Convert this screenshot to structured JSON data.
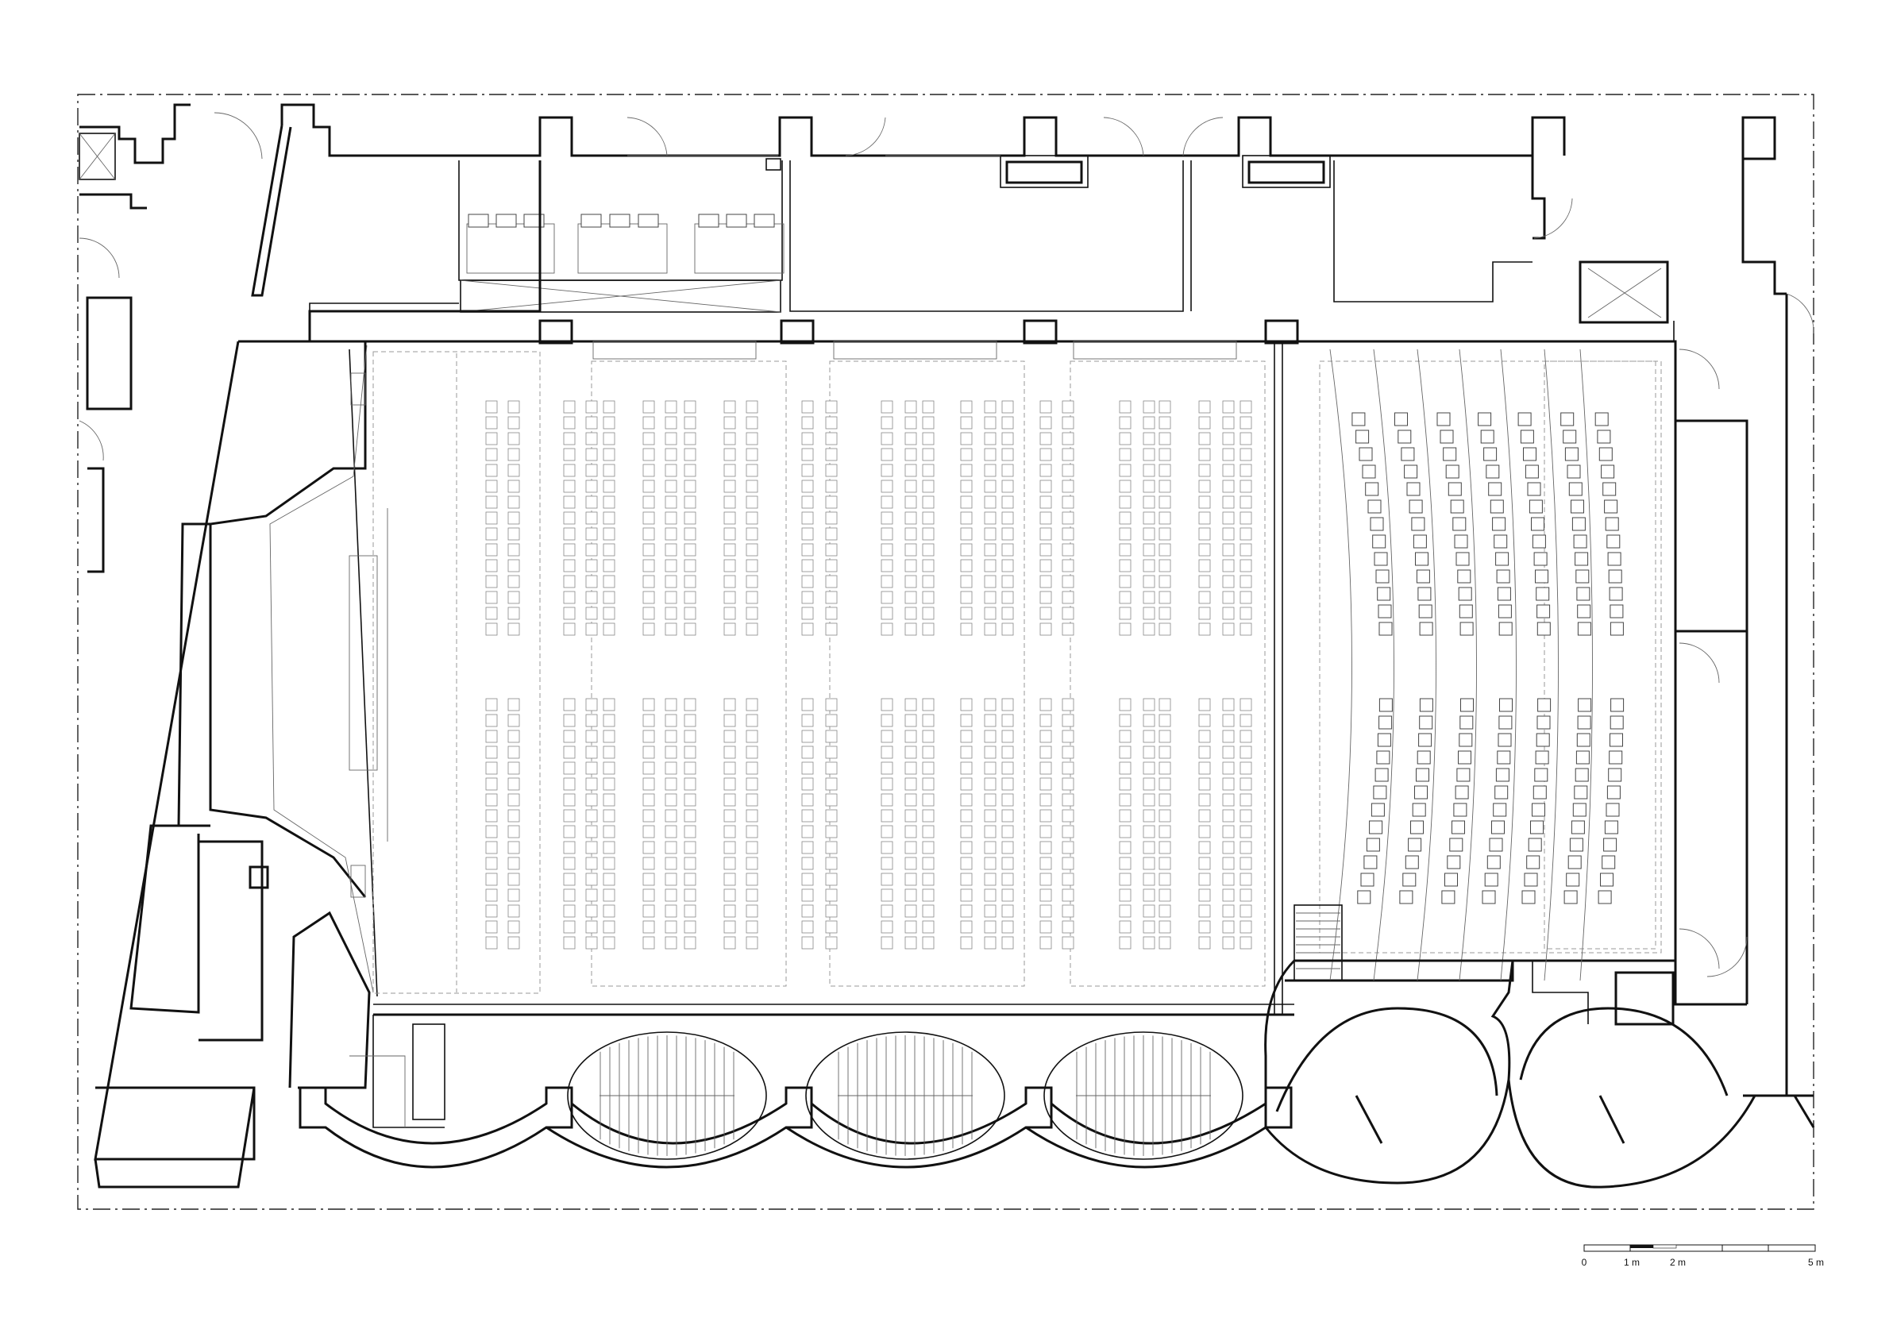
{
  "scale_bar": {
    "labels": [
      "0",
      "1 m",
      "2 m",
      "5 m"
    ]
  }
}
